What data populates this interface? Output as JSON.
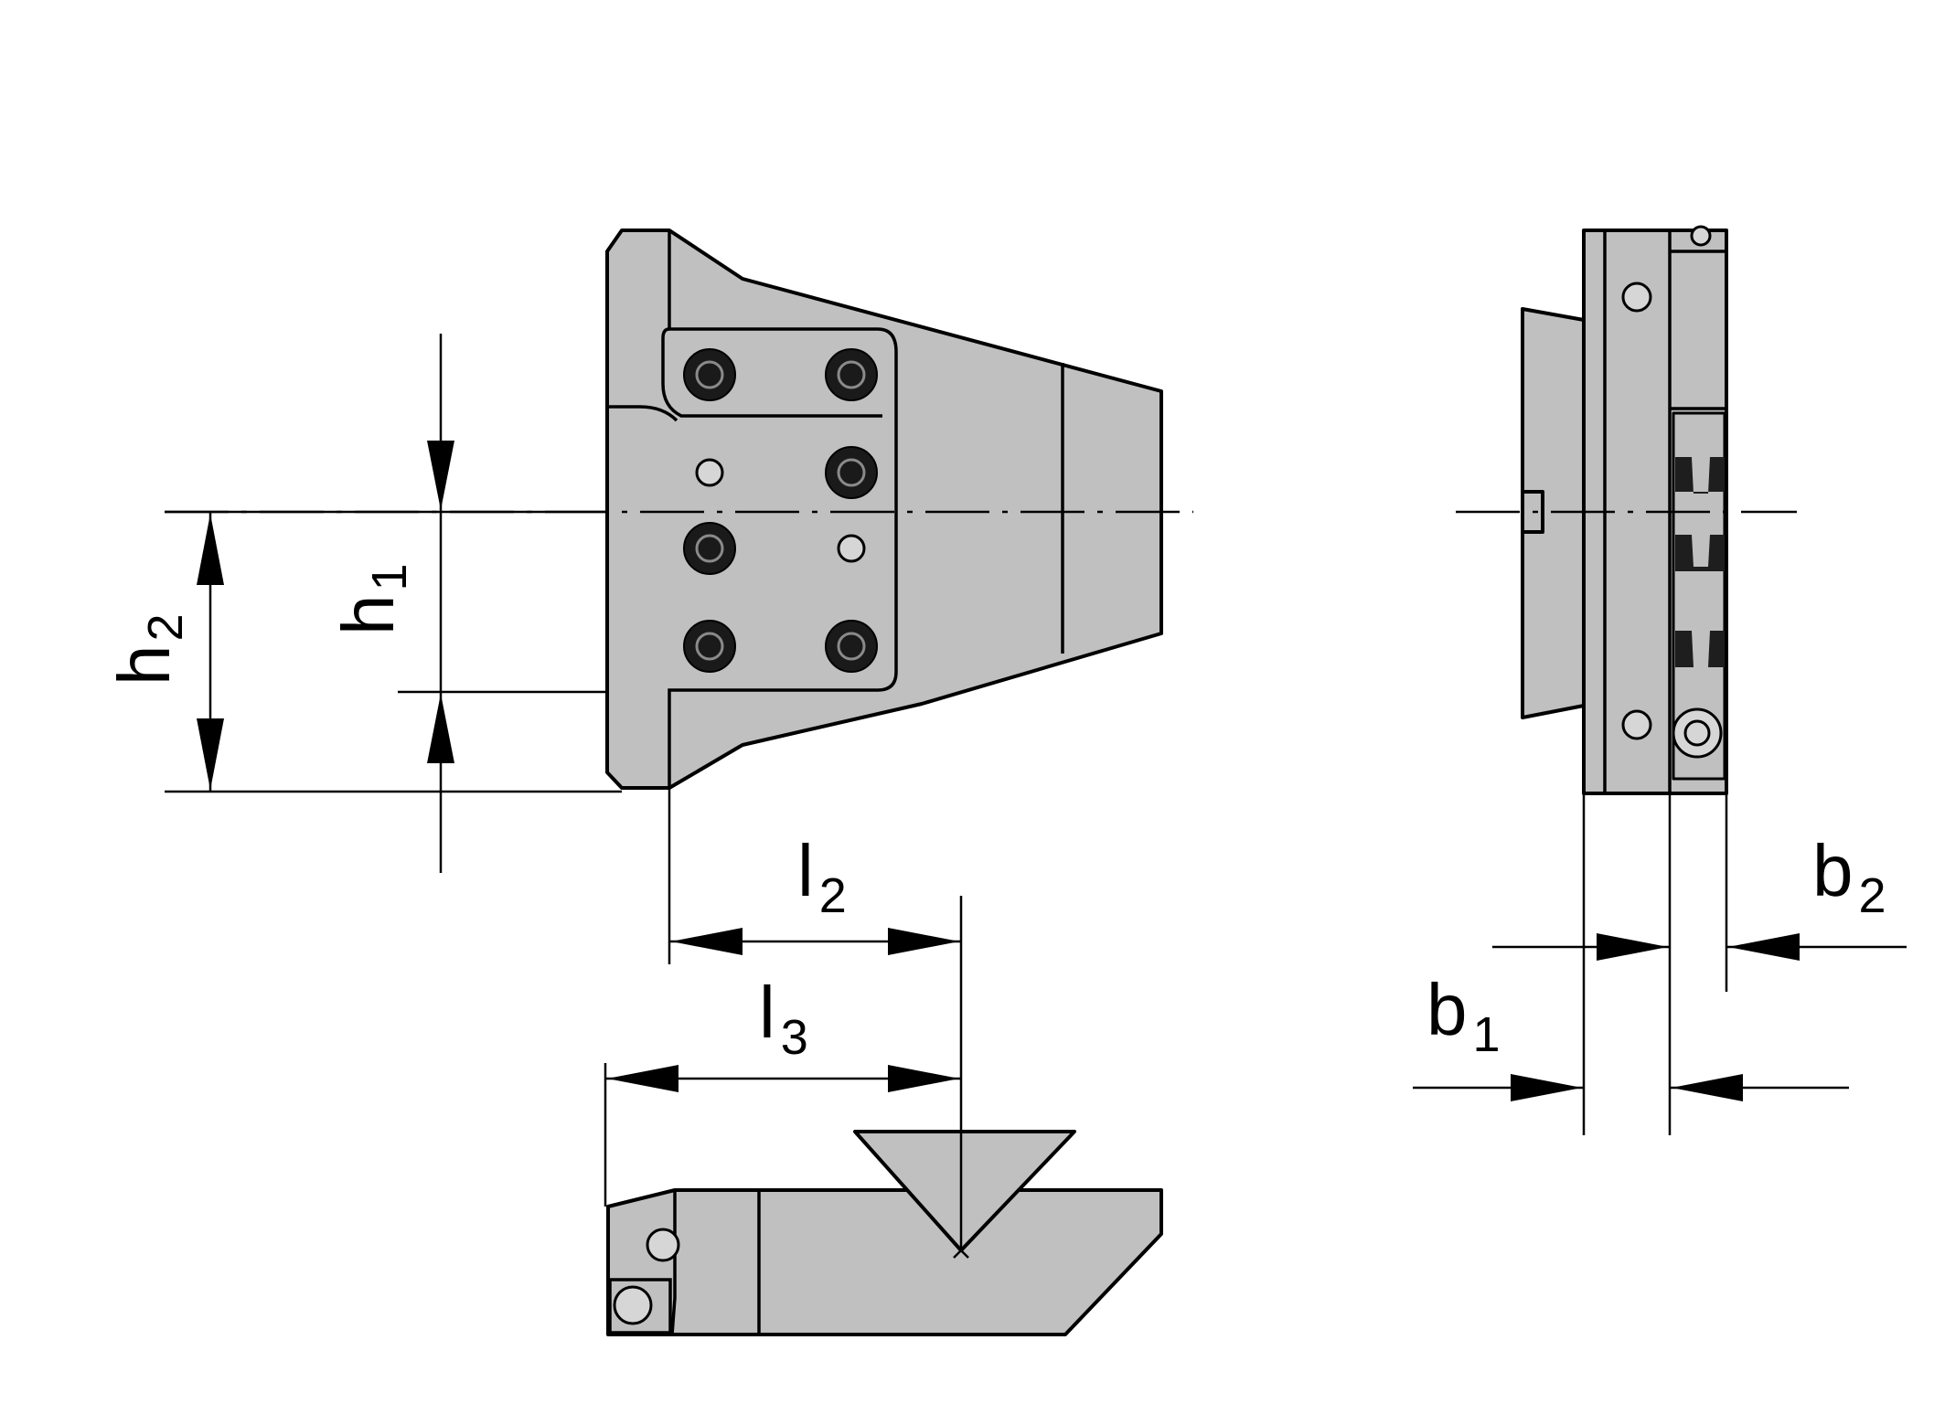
{
  "colors": {
    "part_fill": "#c0c0c0",
    "line": "#000000",
    "background": "#ffffff"
  },
  "labels": {
    "h1": {
      "main": "h",
      "sub": "1"
    },
    "h2": {
      "main": "h",
      "sub": "2"
    },
    "l2": {
      "main": "l",
      "sub": "2"
    },
    "l3": {
      "main": "l",
      "sub": "3"
    },
    "b1": {
      "main": "b",
      "sub": "1"
    },
    "b2": {
      "main": "b",
      "sub": "2"
    }
  }
}
